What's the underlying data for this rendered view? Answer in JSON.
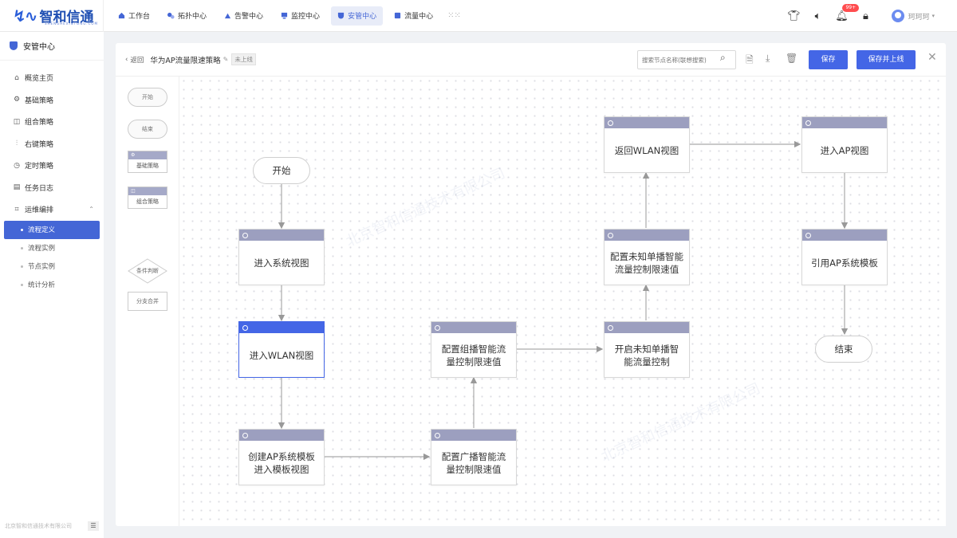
{
  "app": {
    "logo_text": "智和信通",
    "logo_sub": "SHENGHEXINTONG.COM"
  },
  "topnav": {
    "tabs": [
      {
        "label": "工作台",
        "icon": "home-icon"
      },
      {
        "label": "拓扑中心",
        "icon": "topology-icon"
      },
      {
        "label": "告警中心",
        "icon": "alarm-icon"
      },
      {
        "label": "监控中心",
        "icon": "monitor-icon"
      },
      {
        "label": "安管中心",
        "icon": "shield-icon",
        "active": true
      },
      {
        "label": "流量中心",
        "icon": "traffic-icon"
      }
    ],
    "notification_badge": "99+",
    "username": "珂珂珂"
  },
  "sidebar": {
    "title": "安管中心",
    "items": [
      {
        "label": "概览主页",
        "icon": "home-icon"
      },
      {
        "label": "基础策略",
        "icon": "gear-icon"
      },
      {
        "label": "组合策略",
        "icon": "combine-icon"
      },
      {
        "label": "右键策略",
        "icon": "slider-icon"
      },
      {
        "label": "定时策略",
        "icon": "clock-icon"
      },
      {
        "label": "任务日志",
        "icon": "log-icon"
      },
      {
        "label": "运维编排",
        "icon": "flow-icon"
      }
    ],
    "subitems": [
      {
        "label": "流程定义",
        "active": true
      },
      {
        "label": "流程实例"
      },
      {
        "label": "节点实例"
      },
      {
        "label": "统计分析"
      }
    ],
    "footer": "北京智和信通技术有限公司"
  },
  "editor": {
    "back_label": "返回",
    "title": "华为AP流量限速策略",
    "status": "未上线",
    "search_placeholder": "搜索节点名称(联想搜索)",
    "save_label": "保存",
    "save_online_label": "保存并上线"
  },
  "palette": {
    "start": "开始",
    "end": "结束",
    "basic_strategy": "基础策略",
    "combo_strategy": "组合策略",
    "condition": "条件判断",
    "branch_merge": "分支合并"
  },
  "flow": {
    "start": "开始",
    "end": "结束",
    "n1": "进入系统视图",
    "n2": "进入WLAN视图",
    "n3_line1": "创建AP系统模板",
    "n3_line2": "进入模板视图",
    "n4_line1": "配置广播智能流",
    "n4_line2": "量控制限速值",
    "n5_line1": "配置组播智能流",
    "n5_line2": "量控制限速值",
    "n6_line1": "开启未知单播智",
    "n6_line2": "能流量控制",
    "n7_line1": "配置未知单播智能",
    "n7_line2": "流量控制限速值",
    "n8": "返回WLAN视图",
    "n9": "进入AP视图",
    "n10": "引用AP系统模板"
  },
  "watermark": "北京智和信通技术有限公司"
}
